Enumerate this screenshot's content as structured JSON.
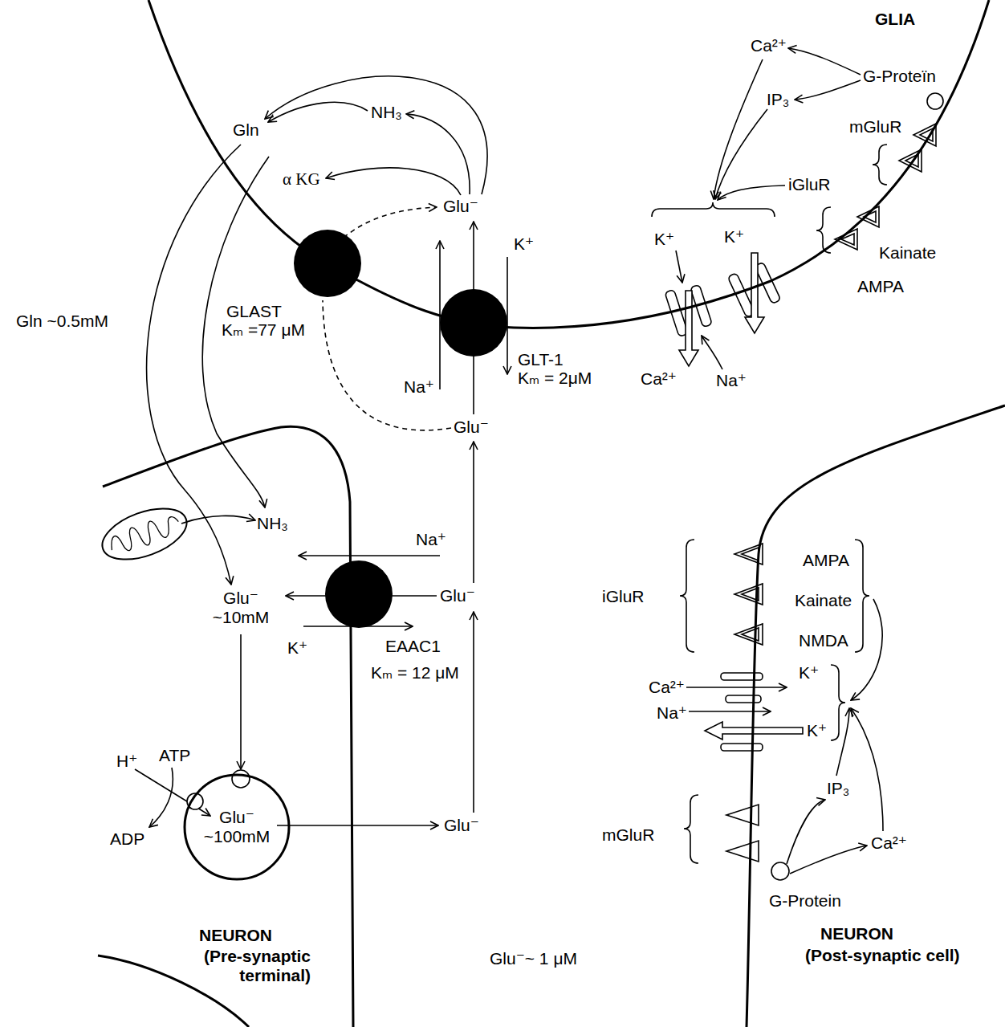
{
  "diagram": {
    "nodes": [
      {
        "text": [
          "GLIA"
        ]
      },
      {
        "text": [
          "NEURON",
          "(Pre-synaptic terminal)"
        ]
      },
      {
        "text": [
          "Glu⁻ ~100mM"
        ],
        "in": 1
      },
      {
        "text": [
          "NEURON",
          "(Post-synaptic cell)"
        ]
      }
    ],
    "labels": [
      "Ca²⁺",
      "G-Proteïn",
      "IP₃",
      "mGluR",
      "NH₃",
      "Gln",
      "α KG",
      "Glu⁻",
      "iGluR",
      "K⁺",
      "K⁺",
      "K⁺",
      "Kainate",
      "AMPA",
      "GLAST",
      "Kₘ =77 μM",
      "Gln ~0.5mM",
      "Na⁺",
      "GLT-1",
      "Kₘ = 2μM",
      "Ca²⁺",
      "Na⁺",
      "Glu⁻",
      "NH₃",
      "Na⁺",
      "Glu⁻ ~10mM",
      "Glu⁻",
      "K⁺",
      "EAAC1",
      "Kₘ = 12 μM",
      "AMPA",
      "Kainate",
      "NMDA",
      "iGluR",
      "Ca²⁺",
      "K⁺",
      "Na⁺",
      "K⁺",
      "H⁺",
      "ATP",
      "ADP",
      "Glu⁻",
      "IP₃",
      "mGluR",
      "Ca²⁺",
      "G-Protein",
      "Glu⁻~ 1 μM"
    ]
  }
}
